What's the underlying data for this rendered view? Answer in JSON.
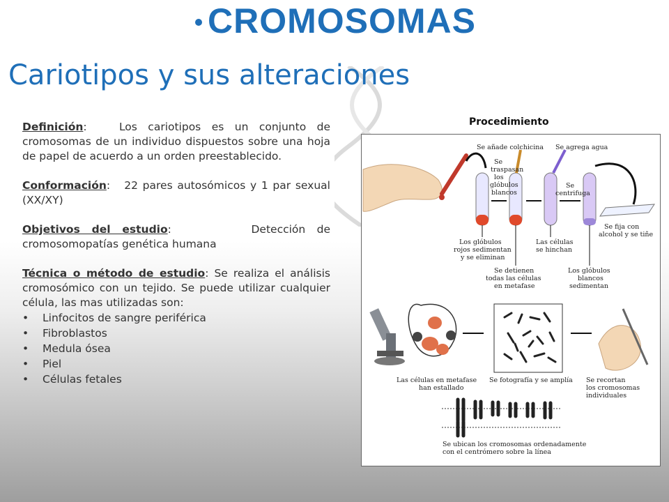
{
  "title": "CROMOSOMAS",
  "subtitle": "Cariotipos y sus alteraciones",
  "definition": {
    "label": "Definición",
    "text": ":   Los cariotipos es un conjunto de cromosomas de un individuo dispuestos sobre una hoja de papel de acuerdo a un orden preestablecido."
  },
  "conformation": {
    "label": "Conformación",
    "text": ":   22 pares autosómicos y 1 par sexual (XX/XY)"
  },
  "objectives": {
    "label": "Objetivos del estudio",
    "text": ":       Detección de cromosomopatías genética humana"
  },
  "technique": {
    "label": "Técnica o método de estudio",
    "text": ": Se realiza el análisis cromosómico con un tejido. Se puede utilizar cualquier célula, las mas utilizadas son:",
    "items": [
      "Linfocitos de sangre periférica",
      "Fibroblastos",
      "Medula ósea",
      "Piel",
      "Células fetales"
    ]
  },
  "procedure": {
    "title": "Procedimiento",
    "captions": {
      "colchicina": "Se añade colchicina",
      "agua": "Se agrega agua",
      "traspasan": [
        "Se",
        "traspasan",
        "los",
        "glóbulos",
        "blancos"
      ],
      "centrifuga": [
        "Se",
        "centrifuga"
      ],
      "fija": [
        "Se fija con",
        "alcohol y se tiñe"
      ],
      "sedimentan": [
        "Los glóbulos",
        "rojos sedimentan",
        "y se eliminan"
      ],
      "hinchan": [
        "Las células",
        "se hinchan"
      ],
      "detienen": [
        "Se detienen",
        "todas las células",
        "en metafase"
      ],
      "blancos": [
        "Los glóbulos",
        "blancos",
        "sedimentan"
      ],
      "estallado": [
        "Las células en metafase",
        "han estallado"
      ],
      "fotografia": "Se fotografía y se amplía",
      "recortan": [
        "Se recortan",
        "los cromosomas",
        "individuales"
      ],
      "ubican": [
        "Se ubican los cromosomas ordenadamente",
        "con el centrómero sobre la línea"
      ]
    }
  }
}
